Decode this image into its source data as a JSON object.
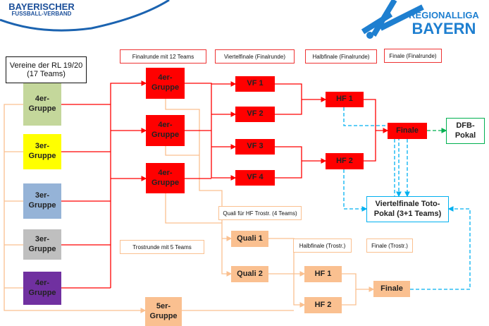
{
  "logos": {
    "bfv": "BAYERISCHER FUSSBALL-VERBAND",
    "bfv_line1": "BAYERISCHER",
    "bfv_line2": "FUSSBALL-VERBAND",
    "rl_line1": "REGIONALLIGA",
    "rl_line2": "BAYERN"
  },
  "headers": {
    "finalrunde": "Finalrunde mit 12 Teams",
    "vf": "Viertelfinale (Finalrunde)",
    "hf": "Halbfinale (Finalrunde)",
    "finale": "Finale (Finalrunde)",
    "quali": "Quali für HF Trostr. (4 Teams)",
    "trostrunde": "Trostrunde mit 5 Teams",
    "hf_tr": "Halbfinale (Trostr.)",
    "finale_tr": "Finale (Trostr.)"
  },
  "vereine": "Vereine der RL 19/20 (17 Teams)",
  "left_groups": [
    {
      "label": "4er-Gruppe",
      "color": "#c4d79b"
    },
    {
      "label": "3er-Gruppe",
      "color": "#ffff00"
    },
    {
      "label": "3er-Gruppe",
      "color": "#95b3d7"
    },
    {
      "label": "3er-Gruppe",
      "color": "#bfbfbf"
    },
    {
      "label": "4er-Gruppe",
      "color": "#7030a0"
    }
  ],
  "final_groups": [
    "4er-Gruppe",
    "4er-Gruppe",
    "4er-Gruppe"
  ],
  "vf": [
    "VF 1",
    "VF 2",
    "VF 3",
    "VF 4"
  ],
  "hf": [
    "HF 1",
    "HF 2"
  ],
  "finale": "Finale",
  "dfb": "DFB-Pokal",
  "toto": "Viertelfinale Toto-Pokal (3+1 Teams)",
  "quali": [
    "Quali 1",
    "Quali 2"
  ],
  "hf_tr": [
    "HF 1",
    "HF 2"
  ],
  "finale_tr": "Finale",
  "fuenfer": "5er-Gruppe",
  "colors": {
    "red": "#ff0000",
    "orange": "#fac090",
    "blue": "#00b0f0",
    "green": "#00b050"
  }
}
